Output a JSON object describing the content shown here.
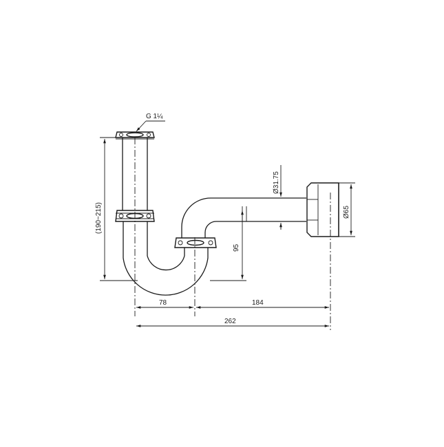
{
  "drawing": {
    "thread_label": "G 1¼",
    "height_range": "(190~215)",
    "pipe_diameter": "Ø31.75",
    "flange_diameter": "Ø65",
    "trap_depth": "95",
    "dim_left": "78",
    "dim_right": "184",
    "dim_total": "262"
  },
  "colors": {
    "line": "#1a1a1a",
    "background": "#ffffff"
  }
}
